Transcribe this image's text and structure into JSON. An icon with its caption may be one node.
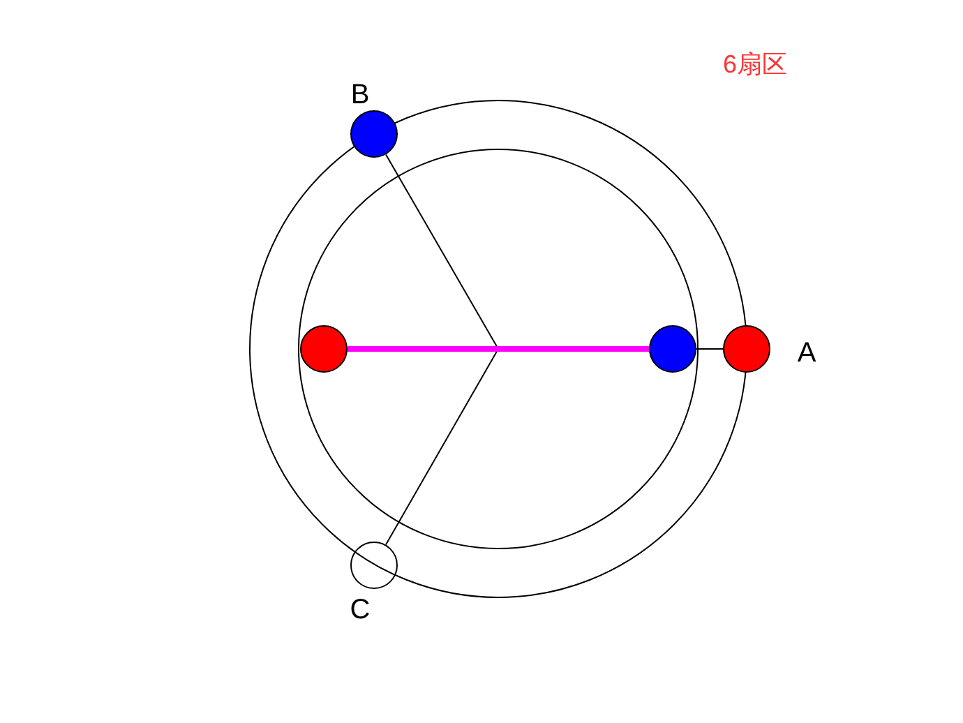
{
  "diagram": {
    "nodes": [
      {
        "text": [],
        "shape": "circle",
        "beside": [
          "B"
        ]
      },
      {
        "text": [],
        "shape": "circle"
      },
      {
        "text": [],
        "shape": "circle"
      },
      {
        "text": [],
        "shape": "circle",
        "beside": [
          "A"
        ]
      },
      {
        "text": [],
        "shape": "circle",
        "beside": [
          "C"
        ]
      }
    ],
    "edges": [
      {
        "from": null,
        "to": 0,
        "arrow": "none"
      },
      {
        "from": null,
        "to": 4,
        "arrow": "none"
      },
      {
        "from": 1,
        "to": 2,
        "arrow": "none",
        "style": "thick",
        "color": "#ff00ff"
      },
      {
        "from": 2,
        "to": 3,
        "arrow": "none"
      }
    ],
    "labels": [
      "6扇区"
    ]
  }
}
